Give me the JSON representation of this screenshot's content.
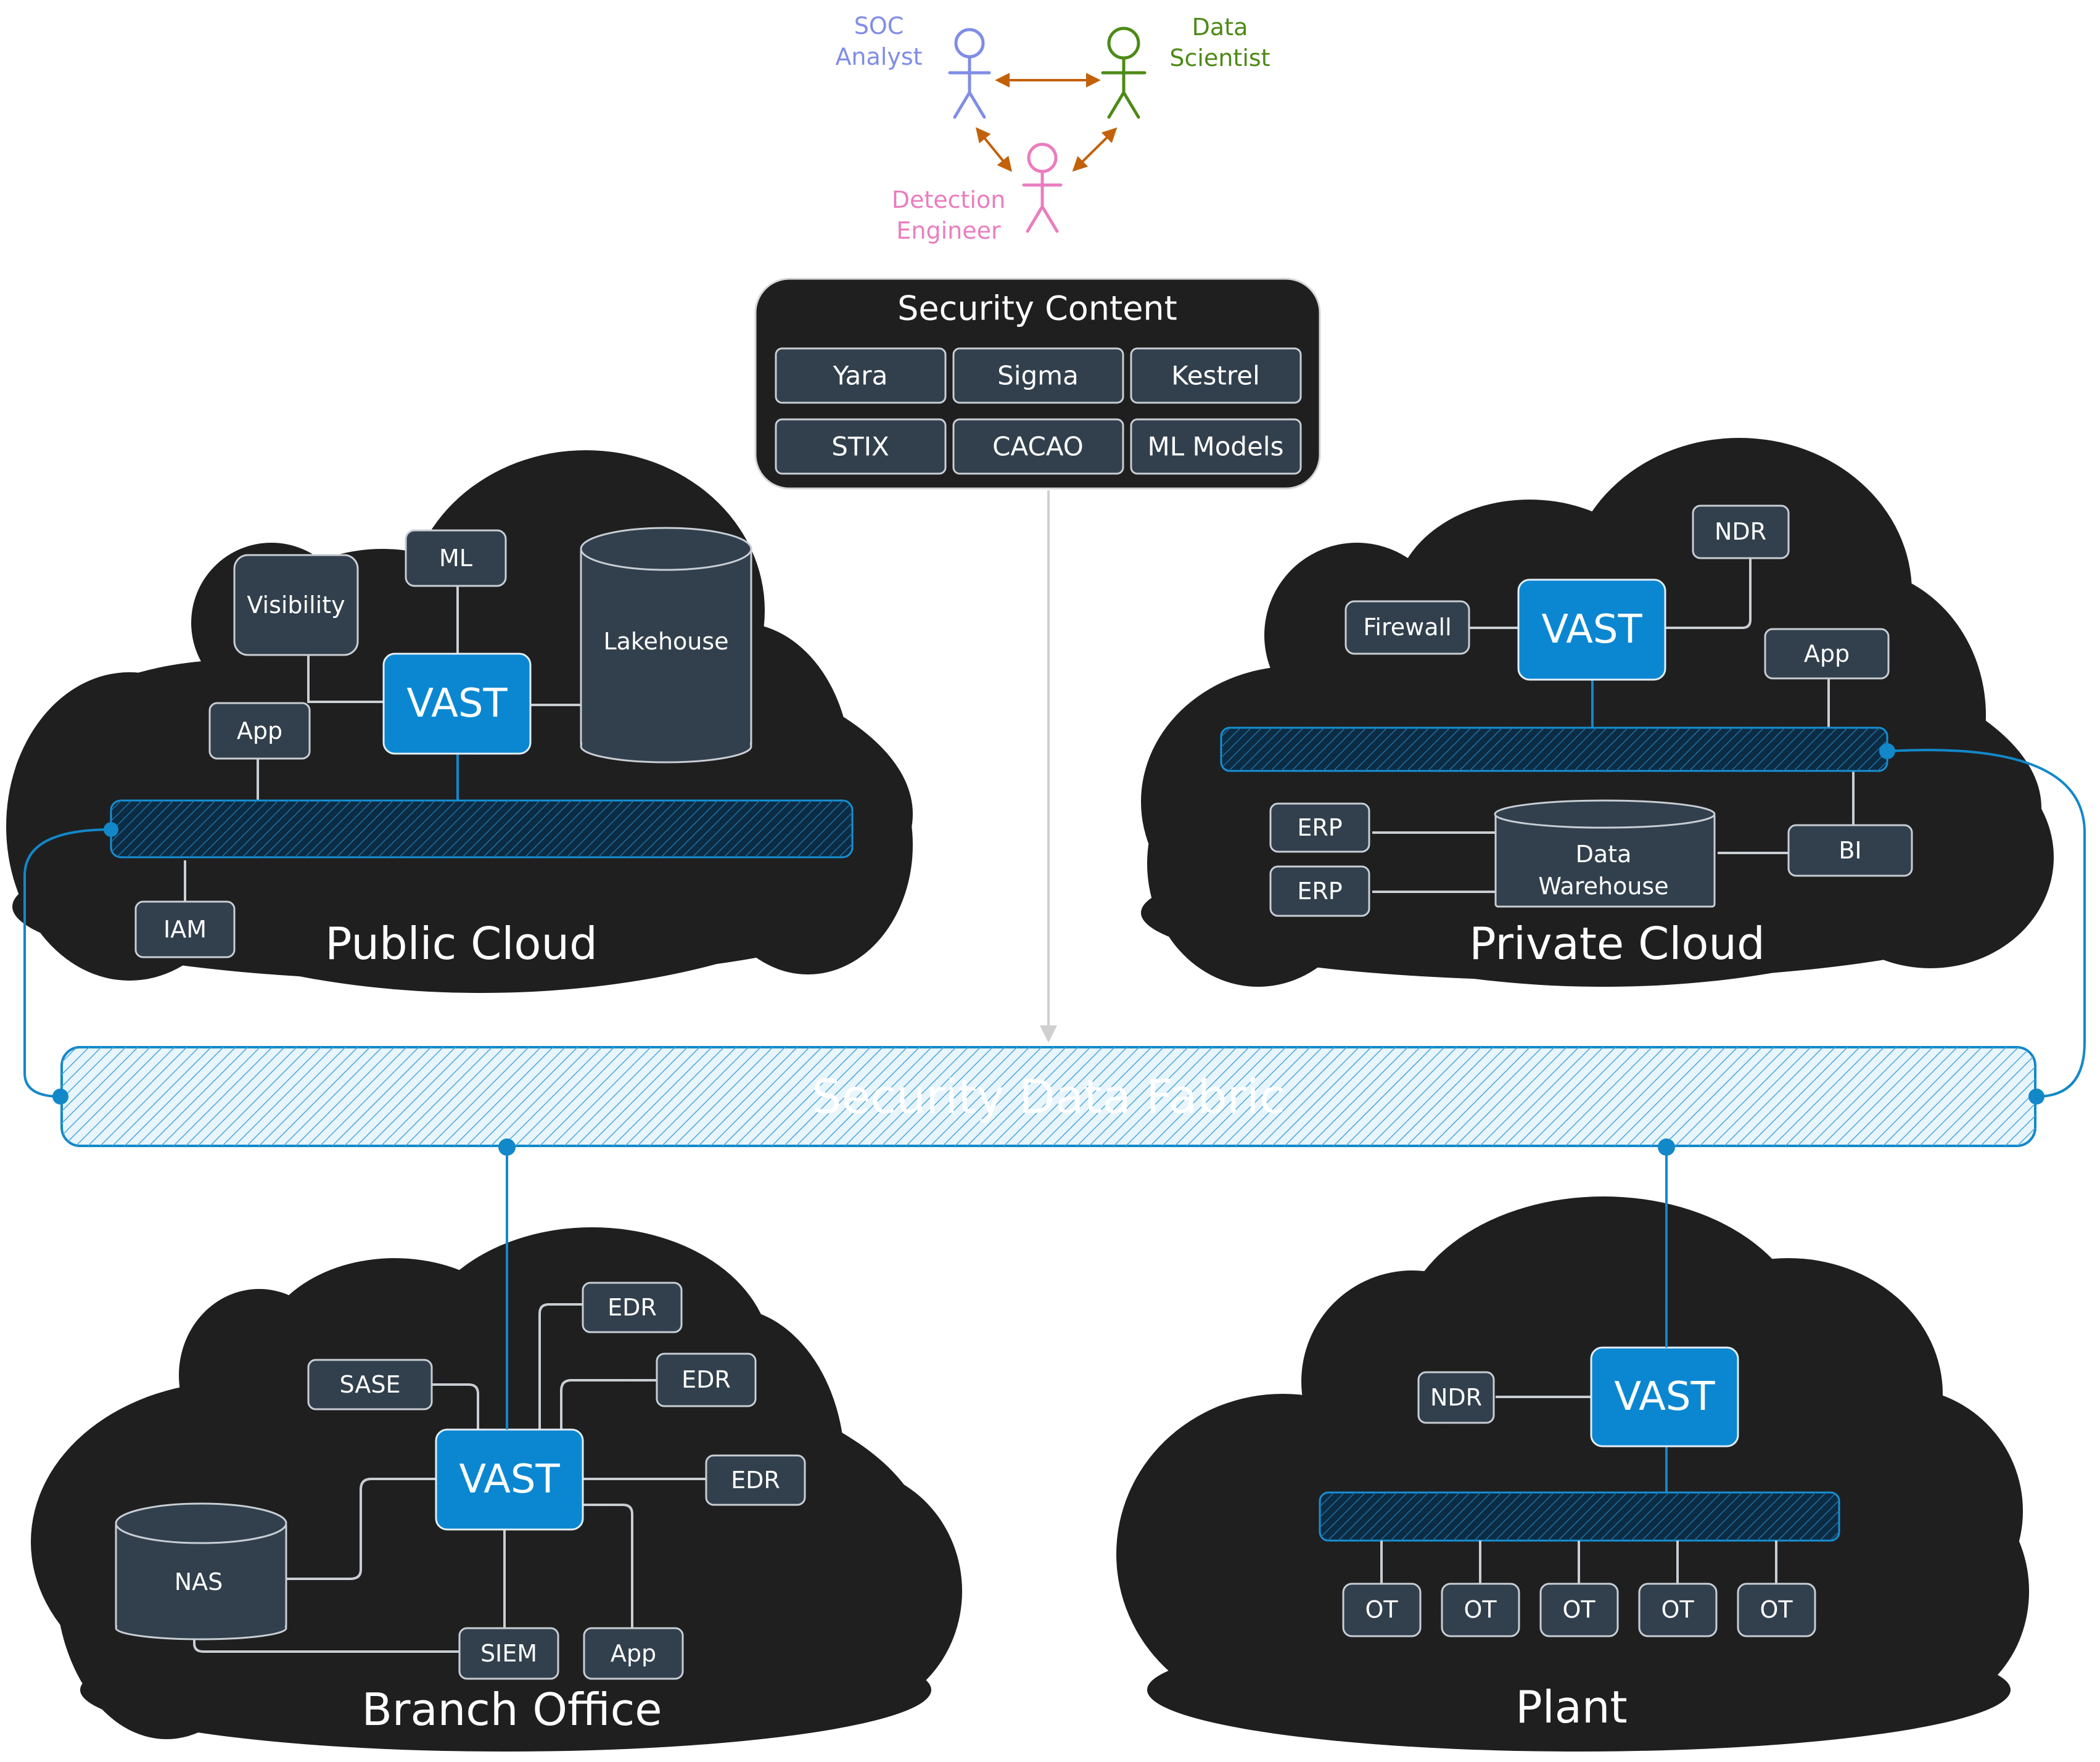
{
  "roles": {
    "soc_analyst": [
      "SOC",
      "Analyst"
    ],
    "data_scientist": [
      "Data",
      "Scientist"
    ],
    "detection_engineer": [
      "Detection",
      "Engineer"
    ],
    "colors": {
      "soc_analyst": "#7f8de6",
      "data_scientist": "#4d8a16",
      "detection_engineer": "#ea7dbf",
      "arrows": "#c2610a"
    }
  },
  "security_content": {
    "title": "Security Content",
    "items": [
      "Yara",
      "Sigma",
      "Kestrel",
      "STIX",
      "CACAO",
      "ML Models"
    ]
  },
  "fabric": {
    "label": "Security Data Fabric"
  },
  "public_cloud": {
    "title": "Public Cloud",
    "vast": "VAST",
    "visibility": "Visibility",
    "ml": "ML",
    "lakehouse": "Lakehouse",
    "app": "App",
    "iam": "IAM"
  },
  "private_cloud": {
    "title": "Private Cloud",
    "vast": "VAST",
    "ndr": "NDR",
    "firewall": "Firewall",
    "app": "App",
    "erp1": "ERP",
    "erp2": "ERP",
    "warehouse": [
      "Data",
      "Warehouse"
    ],
    "bi": "BI"
  },
  "branch_office": {
    "title": "Branch Office",
    "vast": "VAST",
    "edr1": "EDR",
    "edr2": "EDR",
    "edr3": "EDR",
    "sase": "SASE",
    "nas": "NAS",
    "siem": "SIEM",
    "app": "App"
  },
  "plant": {
    "title": "Plant",
    "vast": "VAST",
    "ndr": "NDR",
    "ot": [
      "OT",
      "OT",
      "OT",
      "OT",
      "OT"
    ]
  },
  "colors": {
    "cloud": "#1f1f20",
    "vast": "#0b87d2",
    "box": "#32404d",
    "fabric": "#1288c9"
  }
}
